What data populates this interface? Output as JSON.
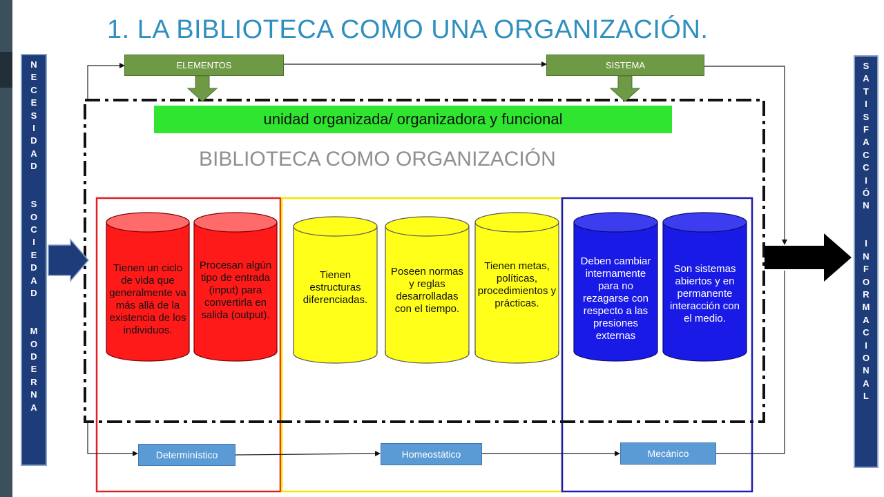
{
  "slide": {
    "title": "1. LA BIBLIOTECA COMO UNA ORGANIZACIÓN."
  },
  "left_bar": {
    "words": [
      "NECESIDAD",
      "SOCIEDAD",
      "MODERNA"
    ]
  },
  "right_bar": {
    "words": [
      "SATISFACCIÓN",
      "INFORMACIONAL"
    ]
  },
  "top_boxes": {
    "elementos": "ELEMENTOS",
    "sistema": "SISTEMA"
  },
  "banner": "unidad organizada/ organizadora y funcional",
  "main_title": "BIBLIOTECA COMO ORGANIZACIÓN",
  "cylinders": {
    "red": [
      "Tienen un ciclo de vida que generalmente va más allá de la existencia de los individuos.",
      "Procesan algún tipo de entrada (input) para convertirla en salida (output)."
    ],
    "yellow": [
      "Tienen estructuras diferenciadas.",
      "Poseen normas y reglas desarrolladas con el tiempo.",
      "Tienen metas, políticas, procedimientos y prácticas."
    ],
    "blue": [
      "Deben cambiar internamente para no rezagarse con respecto a las presiones externas",
      "Son sistemas abiertos y en permanente interacción con el medio."
    ]
  },
  "bottom_boxes": {
    "deterministico": "Determinístico",
    "homeostatico": "Homeostático",
    "mecanico": "Mecánico"
  },
  "colors": {
    "title": "#2f8fbf",
    "vertical_bar": "#1f3c7a",
    "green_box": "#6f9a45",
    "banner": "#2fe52f",
    "red_cylinder": "#ff1a1a",
    "yellow_cylinder": "#ffff1a",
    "blue_cylinder": "#1a1ae6",
    "blue_box": "#5b9bd5"
  }
}
